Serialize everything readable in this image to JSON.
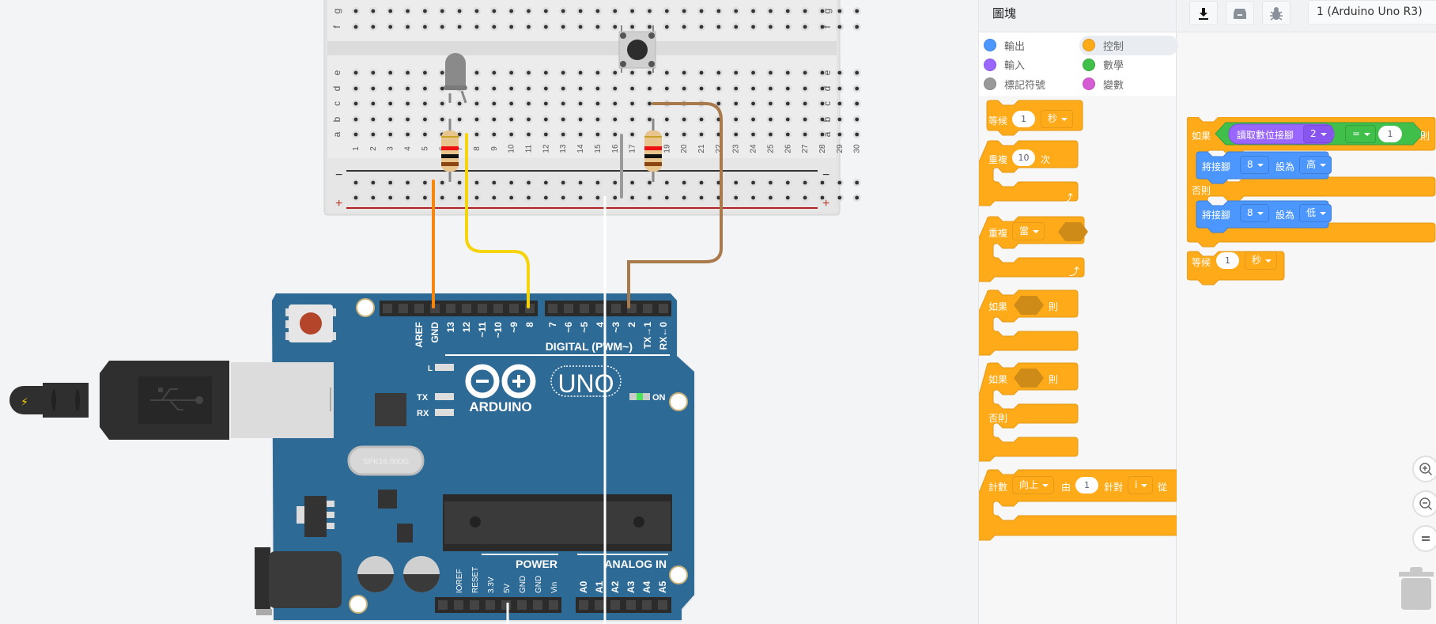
{
  "palette": {
    "title": "圖塊",
    "categories": [
      {
        "label": "輸出",
        "color": "#4c97ff",
        "active": false
      },
      {
        "label": "控制",
        "color": "#ffab19",
        "active": true
      },
      {
        "label": "輸入",
        "color": "#9966ff",
        "active": false
      },
      {
        "label": "數學",
        "color": "#40bf4a",
        "active": false
      },
      {
        "label": "標記符號",
        "color": "#999999",
        "active": false
      },
      {
        "label": "變數",
        "color": "#d65cd6",
        "active": false
      }
    ],
    "blocks": {
      "wait": {
        "label": "等候",
        "value": "1",
        "unit": "秒"
      },
      "repeat": {
        "label": "重複",
        "value": "10",
        "suffix": "次"
      },
      "repeat_while": {
        "label": "重複",
        "mode": "當"
      },
      "if_then": {
        "if": "如果",
        "then": "則"
      },
      "if_else": {
        "if": "如果",
        "then": "則",
        "else": "否則"
      },
      "count": {
        "label": "計數",
        "direction": "向上",
        "from": "由",
        "from_value": "1",
        "for": "針對",
        "var": "i",
        "from2": "從"
      }
    }
  },
  "toolbar": {
    "download_icon": "download-icon",
    "upload_icon": "serial-monitor-icon",
    "debug_icon": "bug-icon",
    "device": "1 (Arduino Uno R3)"
  },
  "workspace": {
    "if_block": {
      "if": "如果",
      "read_pin_label": "讀取數位接腳",
      "read_pin": "2",
      "operator": "=",
      "compare_value": "1",
      "then": "則",
      "else": "否則",
      "set_high": {
        "label": "將接腳",
        "pin": "8",
        "set_to": "設為",
        "value": "高"
      },
      "set_low": {
        "label": "將接腳",
        "pin": "8",
        "set_to": "設為",
        "value": "低"
      }
    },
    "wait": {
      "label": "等候",
      "value": "1",
      "unit": "秒"
    }
  },
  "circuit": {
    "breadboard": {
      "row_labels_top": [
        "g",
        "f"
      ],
      "row_labels_bottom": [
        "e",
        "d",
        "c",
        "b",
        "a"
      ],
      "columns": [
        "1",
        "2",
        "3",
        "4",
        "5",
        "6",
        "7",
        "8",
        "9",
        "10",
        "11",
        "12",
        "13",
        "14",
        "15",
        "16",
        "17",
        "18",
        "19",
        "20",
        "21",
        "22",
        "23",
        "24",
        "25",
        "26",
        "27",
        "28",
        "29",
        "30"
      ],
      "rail_minus": "−",
      "rail_plus": "+"
    },
    "arduino": {
      "top_pins": [
        "AREF",
        "GND",
        "13",
        "12",
        "~11",
        "~10",
        "~9",
        "8",
        "7",
        "~6",
        "~5",
        "4",
        "~3",
        "2",
        "TX→1",
        "RX←0"
      ],
      "digital_label": "DIGITAL (PWM~)",
      "brand": "ARDUINO",
      "model": "UNO",
      "led_L": "L",
      "led_TX": "TX",
      "led_RX": "RX",
      "on_label": "ON",
      "crystal": "SPK16.000G",
      "power_label": "POWER",
      "analog_label": "ANALOG IN",
      "power_pins": [
        "IOREF",
        "RESET",
        "3.3V",
        "5V",
        "GND",
        "GND",
        "Vin"
      ],
      "analog_pins": [
        "A0",
        "A1",
        "A2",
        "A3",
        "A4",
        "A5"
      ]
    },
    "wire_colors": {
      "orange": "#f7860f",
      "yellow": "#f5d40c",
      "brown": "#a97a4c",
      "gray": "#9a9a9a",
      "white": "#ffffff"
    }
  },
  "zoom_controls": {
    "zoom_in": "zoom-in-icon",
    "zoom_out": "zoom-out-icon",
    "fit": "zoom-fit-icon"
  },
  "trash": "trash-icon"
}
